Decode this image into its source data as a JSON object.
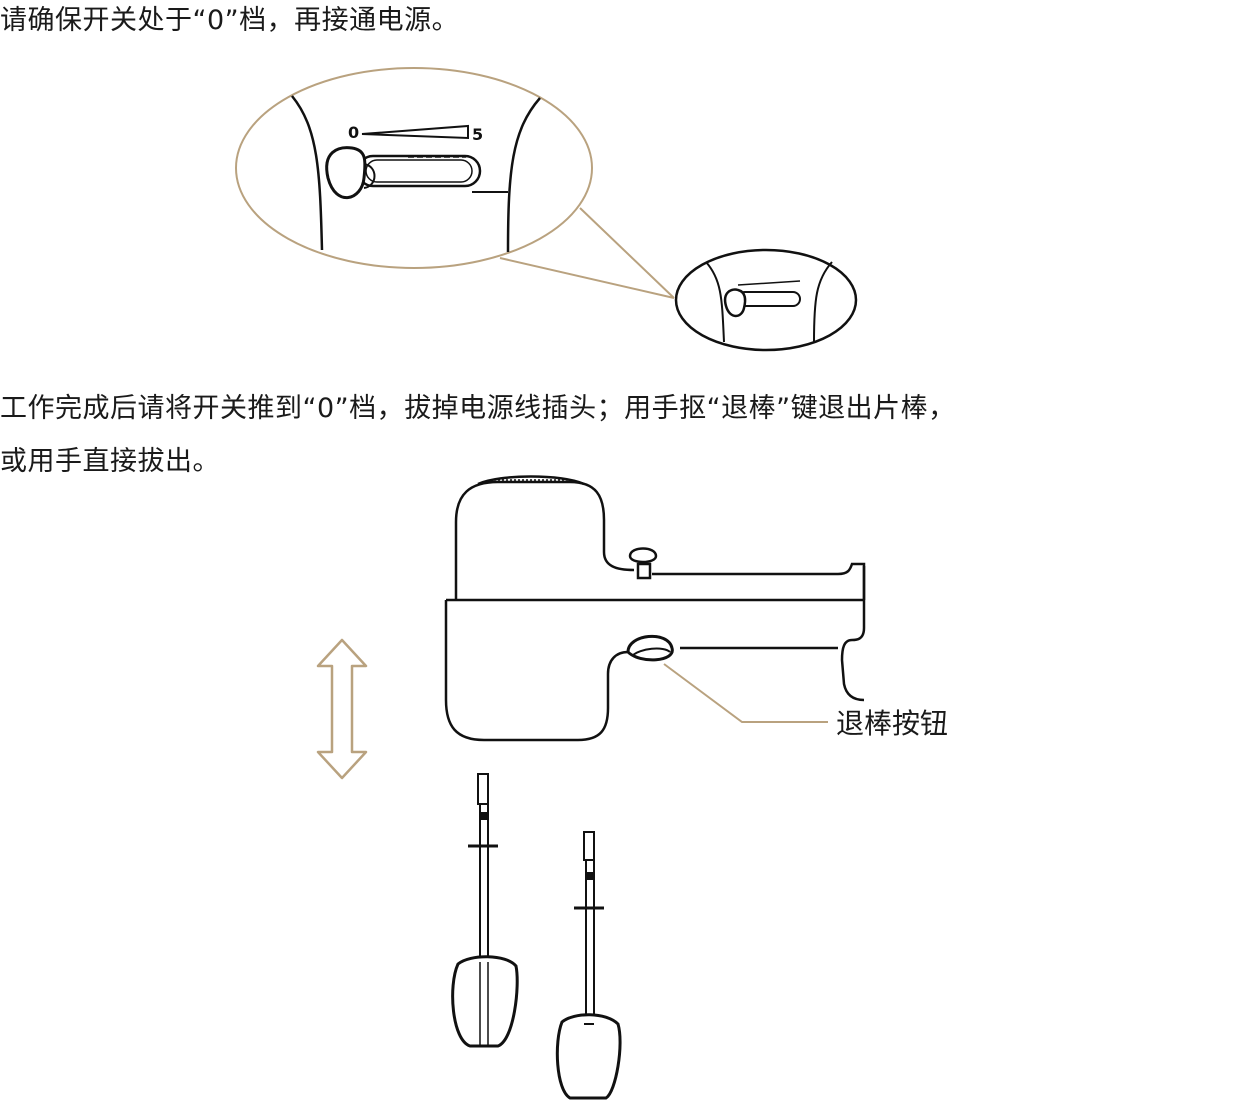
{
  "instructions": {
    "step1": "请确保开关处于“0”档，再接通电源。",
    "step2_line1": "工作完成后请将开关推到“0”档，拔掉电源线插头；用手抠“退棒”键退出片棒，",
    "step2_line2": "或用手直接拔出。"
  },
  "switch_scale": {
    "min_label": "0",
    "max_label": "5"
  },
  "callouts": {
    "eject_button": "退棒按钮"
  },
  "colors": {
    "accent": "#b9a27f",
    "line": "#111111"
  }
}
